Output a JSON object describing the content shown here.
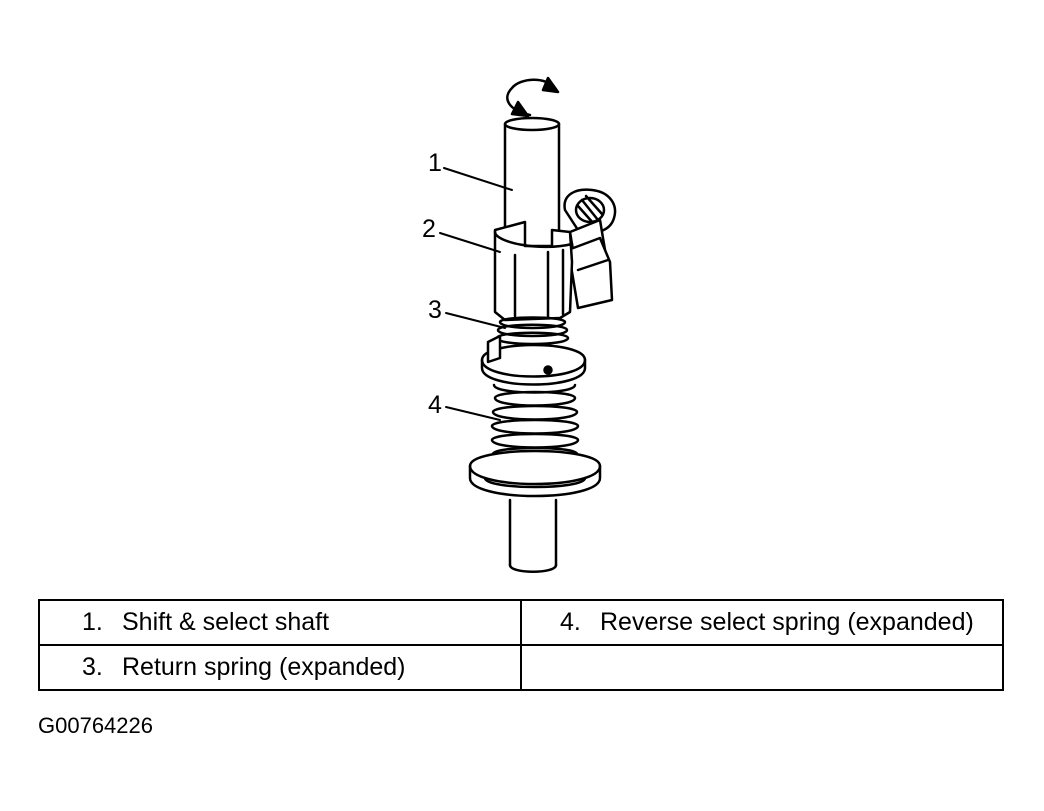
{
  "callouts": [
    "1",
    "2",
    "3",
    "4"
  ],
  "legend": {
    "rows": [
      [
        {
          "num": "1.",
          "label": "Shift & select shaft"
        },
        {
          "num": "4.",
          "label": "Reverse select spring (expanded)"
        }
      ],
      [
        {
          "num": "3.",
          "label": "Return spring (expanded)"
        },
        {
          "num": "",
          "label": ""
        }
      ]
    ]
  },
  "figure_id": "G00764226"
}
